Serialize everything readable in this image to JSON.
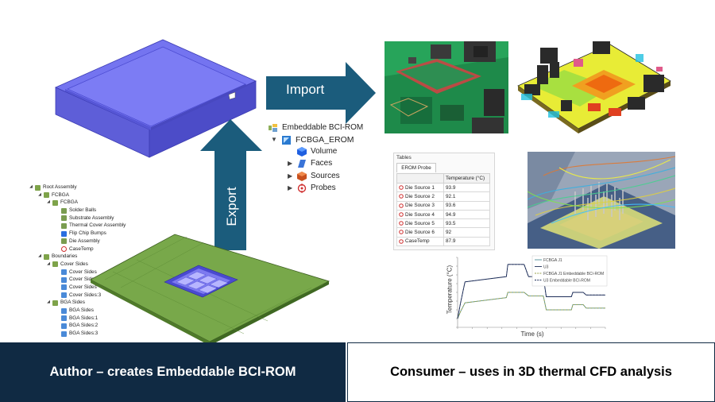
{
  "arrows": {
    "import_label": "Import",
    "export_label": "Export"
  },
  "model_tree": {
    "rows": [
      {
        "label": "Root Assembly",
        "level": 0,
        "expanded": true,
        "icon": "assembly-icon"
      },
      {
        "label": "FCBGA",
        "level": 1,
        "expanded": true,
        "icon": "assembly-icon"
      },
      {
        "label": "FCBGA",
        "level": 2,
        "expanded": true,
        "icon": "assembly-icon"
      },
      {
        "label": "Solder Balls",
        "level": 3,
        "icon": "part-icon"
      },
      {
        "label": "Substrate Assembly",
        "level": 3,
        "icon": "part-icon"
      },
      {
        "label": "Thermal Cover Assembly",
        "level": 3,
        "icon": "part-icon"
      },
      {
        "label": "Flip Chip Bumps",
        "level": 3,
        "icon": "cube-icon"
      },
      {
        "label": "Die Assembly",
        "level": 3,
        "icon": "part-icon"
      },
      {
        "label": "CaseTemp",
        "level": 3,
        "icon": "probe-icon"
      },
      {
        "label": "Boundaries",
        "level": 1,
        "expanded": true,
        "icon": "assembly-icon"
      },
      {
        "label": "Cover Sides",
        "level": 2,
        "expanded": true,
        "icon": "assembly-icon"
      },
      {
        "label": "Cover Sides",
        "level": 3,
        "icon": "face-icon"
      },
      {
        "label": "Cover Sides",
        "level": 3,
        "icon": "face-icon"
      },
      {
        "label": "Cover Sides",
        "level": 3,
        "icon": "face-icon"
      },
      {
        "label": "Cover Sides:3",
        "level": 3,
        "icon": "face-icon"
      },
      {
        "label": "BGA Sides",
        "level": 2,
        "expanded": true,
        "icon": "assembly-icon"
      },
      {
        "label": "BGA Sides",
        "level": 3,
        "icon": "face-icon"
      },
      {
        "label": "BGA Sides:1",
        "level": 3,
        "icon": "face-icon"
      },
      {
        "label": "BGA Sides:2",
        "level": 3,
        "icon": "face-icon"
      },
      {
        "label": "BGA Sides:3",
        "level": 3,
        "icon": "face-icon"
      }
    ]
  },
  "rom_tree": {
    "root": "Embeddable BCI-ROM",
    "child": "FCBGA_EROM",
    "items": [
      "Volume",
      "Faces",
      "Sources",
      "Probes"
    ]
  },
  "tables_panel": {
    "title": "Tables",
    "tab": "EROM Probe",
    "column_header": "Temperature (°C)",
    "rows": [
      {
        "name": "Die Source 1",
        "value": "93.9"
      },
      {
        "name": "Die Source 2",
        "value": "92.1"
      },
      {
        "name": "Die Source 3",
        "value": "93.6"
      },
      {
        "name": "Die Source 4",
        "value": "94.9"
      },
      {
        "name": "Die Source 5",
        "value": "93.5"
      },
      {
        "name": "Die Source 6",
        "value": "92"
      },
      {
        "name": "CaseTemp",
        "value": "87.9"
      }
    ]
  },
  "chart_data": {
    "type": "line",
    "xlabel": "Time (s)",
    "ylabel": "Temperature (°C)",
    "series": [
      {
        "name": "FCBGA J1",
        "style": "solid",
        "color": "#4d8f97",
        "x": [
          0,
          2,
          5,
          33,
          34,
          45,
          48,
          58,
          60,
          77,
          78,
          85,
          87,
          100
        ],
        "y": [
          30,
          38,
          48,
          54,
          60,
          60,
          56,
          56,
          40,
          40,
          46,
          46,
          42,
          42
        ]
      },
      {
        "name": "U3",
        "style": "solid",
        "color": "#1f2f5a",
        "x": [
          0,
          2,
          5,
          33,
          34,
          45,
          48,
          58,
          60,
          77,
          78,
          85,
          87,
          100
        ],
        "y": [
          30,
          48,
          72,
          78,
          92,
          92,
          78,
          78,
          55,
          55,
          60,
          60,
          57,
          57
        ]
      },
      {
        "name": "FCBGA J1 Embeddable BCI-ROM",
        "style": "dashed",
        "color": "#9aa24a",
        "x": [
          0,
          2,
          5,
          33,
          34,
          45,
          48,
          58,
          60,
          77,
          78,
          85,
          87,
          100
        ],
        "y": [
          30,
          38,
          48,
          54,
          60,
          60,
          56,
          56,
          40,
          40,
          46,
          46,
          42,
          42
        ]
      },
      {
        "name": "U3 Embeddable BCI-ROM",
        "style": "dashed",
        "color": "#1f2f5a",
        "x": [
          0,
          2,
          5,
          33,
          34,
          45,
          48,
          58,
          60,
          77,
          78,
          85,
          87,
          100
        ],
        "y": [
          30,
          48,
          72,
          78,
          92,
          92,
          78,
          78,
          55,
          55,
          60,
          60,
          57,
          57
        ]
      }
    ]
  },
  "banners": {
    "author": "Author – creates Embeddable BCI-ROM",
    "consumer": "Consumer – uses in 3D thermal CFD analysis"
  },
  "colors": {
    "arrow": "#1b5c7c",
    "banner_dark": "#102a43",
    "chip_blue": "#6f6cf0",
    "board_green": "#6a9a3c"
  }
}
